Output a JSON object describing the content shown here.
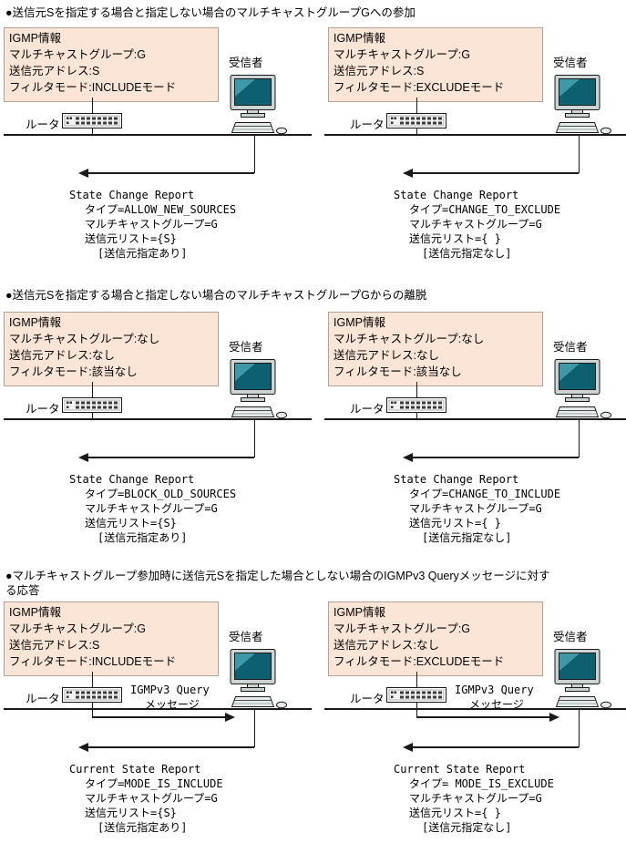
{
  "colors": {
    "igmp_box_bg": "#fbe5d6",
    "monitor_screen": "#0d6070",
    "line_color": "#1a1a1a"
  },
  "sections": [
    {
      "heading": "●送信元Sを指定する場合と指定しない場合のマルチキャストグループGへの参加",
      "panels": [
        {
          "igmp": {
            "title": "IGMP情報",
            "lines": [
              "マルチキャストグループ:G",
              "送信元アドレス:S",
              "フィルタモード:INCLUDEモード"
            ]
          },
          "router_label": "ルータ",
          "receiver_label": "受信者",
          "report": {
            "title": "State Change Report",
            "lines": [
              "タイプ=ALLOW_NEW_SOURCES",
              "マルチキャストグループ=G",
              "送信元リスト={S}",
              "[送信元指定あり]"
            ]
          }
        },
        {
          "igmp": {
            "title": "IGMP情報",
            "lines": [
              "マルチキャストグループ:G",
              "送信元アドレス:S",
              "フィルタモード:EXCLUDEモード"
            ]
          },
          "router_label": "ルータ",
          "receiver_label": "受信者",
          "report": {
            "title": "State Change Report",
            "lines": [
              "タイプ=CHANGE_TO_EXCLUDE",
              "マルチキャストグループ=G",
              "送信元リスト={ }",
              "[送信元指定なし]"
            ]
          }
        }
      ]
    },
    {
      "heading": "●送信元Sを指定する場合と指定しない場合のマルチキャストグループGからの離脱",
      "panels": [
        {
          "igmp": {
            "title": "IGMP情報",
            "lines": [
              "マルチキャストグループ:なし",
              "送信元アドレス:なし",
              "フィルタモード:該当なし"
            ]
          },
          "router_label": "ルータ",
          "receiver_label": "受信者",
          "report": {
            "title": "State Change Report",
            "lines": [
              "タイプ=BLOCK_OLD_SOURCES",
              "マルチキャストグループ=G",
              "送信元リスト={S}",
              "[送信元指定あり]"
            ]
          }
        },
        {
          "igmp": {
            "title": "IGMP情報",
            "lines": [
              "マルチキャストグループ:なし",
              "送信元アドレス:なし",
              "フィルタモード:該当なし"
            ]
          },
          "router_label": "ルータ",
          "receiver_label": "受信者",
          "report": {
            "title": "State Change Report",
            "lines": [
              "タイプ=CHANGE_TO_INCLUDE",
              "マルチキャストグループ=G",
              "送信元リスト={ }",
              "[送信元指定なし]"
            ]
          }
        }
      ]
    },
    {
      "heading": "●マルチキャストグループ参加時に送信元Sを指定した場合としない場合のIGMPv3 Queryメッセージに対する応答",
      "panels": [
        {
          "igmp": {
            "title": "IGMP情報",
            "lines": [
              "マルチキャストグループ:G",
              "送信元アドレス:S",
              "フィルタモード:INCLUDEモード"
            ]
          },
          "router_label": "ルータ",
          "receiver_label": "受信者",
          "query": {
            "line1": "IGMPv3 Query",
            "line2": "メッセージ"
          },
          "report": {
            "title": "Current State Report",
            "lines": [
              "タイプ=MODE_IS_INCLUDE",
              "マルチキャストグループ=G",
              "送信元リスト={S}",
              "[送信元指定あり]"
            ]
          }
        },
        {
          "igmp": {
            "title": "IGMP情報",
            "lines": [
              "マルチキャストグループ:G",
              "送信元アドレス:なし",
              "フィルタモード:EXCLUDEモード"
            ]
          },
          "router_label": "ルータ",
          "receiver_label": "受信者",
          "query": {
            "line1": "IGMPv3 Query",
            "line2": "メッセージ"
          },
          "report": {
            "title": "Current State Report",
            "lines": [
              "タイプ= MODE_IS_EXCLUDE",
              "マルチキャストグループ=G",
              "送信元リスト={ }",
              "[送信元指定なし]"
            ]
          }
        }
      ]
    }
  ]
}
